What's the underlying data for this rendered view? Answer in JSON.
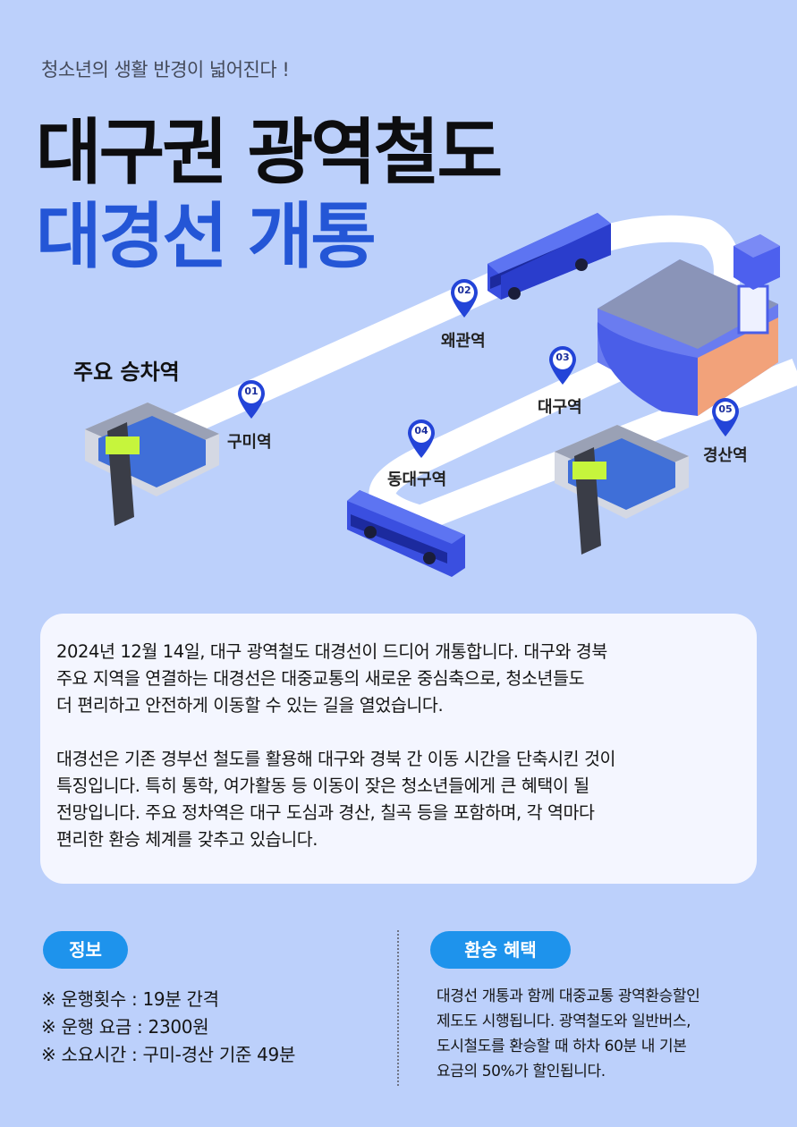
{
  "header": {
    "subtitle": "청소년의 생활 반경이 넓어진다 !",
    "title_line1": "대구권 광역철도",
    "title_line2": "대경선 개통"
  },
  "map": {
    "section_label": "주요 승차역",
    "stations": [
      {
        "number": "01",
        "name": "구미역"
      },
      {
        "number": "02",
        "name": "왜관역"
      },
      {
        "number": "03",
        "name": "대구역"
      },
      {
        "number": "04",
        "name": "동대구역"
      },
      {
        "number": "05",
        "name": "경산역"
      }
    ],
    "colors": {
      "road": "#ffffff",
      "bus": "#3a4fe0",
      "pin": "#2344d8",
      "sign": "#c6f53c"
    }
  },
  "description": {
    "paragraph1": [
      "2024년 12월 14일, 대구 광역철도 대경선이 드디어 개통합니다. 대구와 경북",
      "주요 지역을 연결하는 대경선은 대중교통의 새로운 중심축으로, 청소년들도",
      "더 편리하고 안전하게 이동할 수 있는 길을 열었습니다."
    ],
    "paragraph2": [
      "대경선은 기존 경부선 철도를 활용해 대구와 경북 간 이동 시간을 단축시킨 것이",
      "특징입니다. 특히 통학, 여가활동 등 이동이 잦은 청소년들에게 큰 혜택이 될",
      "전망입니다. 주요 정차역은 대구 도심과 경산, 칠곡 등을 포함하며, 각 역마다",
      "편리한 환승 체계를 갖추고 있습니다."
    ]
  },
  "info": {
    "label": "정보",
    "items": [
      "※ 운행횟수 : 19분 간격",
      "※ 운행 요금 : 2300원",
      "※ 소요시간 : 구미-경산 기준 49분"
    ]
  },
  "benefit": {
    "label": "환승 혜택",
    "lines": [
      "대경선 개통과 함께 대중교통 광역환승할인",
      "제도도 시행됩니다. 광역철도와 일반버스,",
      "도시철도를 환승할 때 하차 60분 내 기본",
      "요금의 50%가 할인됩니다."
    ]
  }
}
